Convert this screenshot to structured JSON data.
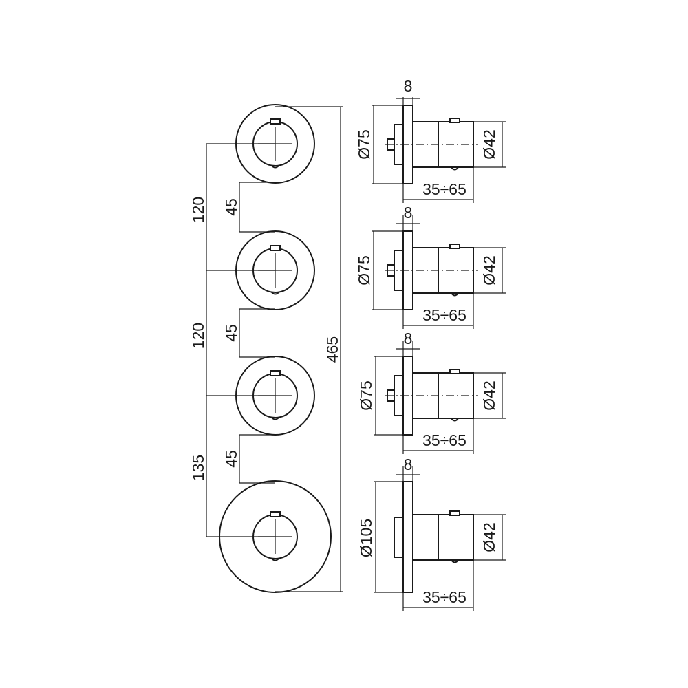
{
  "front_view": {
    "dimensions": {
      "overall_height": "465",
      "spacing_1": "120",
      "spacing_2": "120",
      "spacing_3": "135",
      "gap_1": "45",
      "gap_2": "45",
      "gap_3": "45"
    },
    "rosettes": [
      {
        "diameter": "Ø75"
      },
      {
        "diameter": "Ø75"
      },
      {
        "diameter": "Ø75"
      },
      {
        "diameter": "Ø105"
      }
    ]
  },
  "side_views": [
    {
      "plate_thickness": "8",
      "plate_diameter": "Ø75",
      "knob_diameter": "Ø42",
      "depth_range": "35÷65"
    },
    {
      "plate_thickness": "8",
      "plate_diameter": "Ø75",
      "knob_diameter": "Ø42",
      "depth_range": "35÷65"
    },
    {
      "plate_thickness": "8",
      "plate_diameter": "Ø75",
      "knob_diameter": "Ø42",
      "depth_range": "35÷65"
    },
    {
      "plate_thickness": "8",
      "plate_diameter": "Ø105",
      "knob_diameter": "Ø42",
      "depth_range": "35÷65"
    }
  ]
}
